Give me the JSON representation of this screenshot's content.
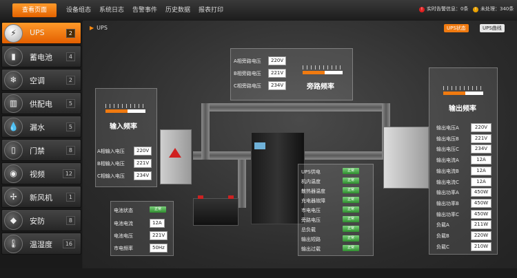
{
  "nav": {
    "tabs": [
      "查看页面",
      "设备组态",
      "系统日志",
      "告警事件",
      "历史数据",
      "报表打印"
    ],
    "realtime_alarm": "实时告警信息：0条",
    "unprocessed": "未处理：340条"
  },
  "sidebar": {
    "items": [
      {
        "label": "UPS",
        "count": "2",
        "icon": "ups-icon"
      },
      {
        "label": "蓄电池",
        "count": "4",
        "icon": "battery-icon"
      },
      {
        "label": "空调",
        "count": "2",
        "icon": "aircon-icon"
      },
      {
        "label": "供配电",
        "count": "5",
        "icon": "power-icon"
      },
      {
        "label": "漏水",
        "count": "5",
        "icon": "water-leak-icon"
      },
      {
        "label": "门禁",
        "count": "8",
        "icon": "door-icon"
      },
      {
        "label": "视频",
        "count": "12",
        "icon": "camera-icon"
      },
      {
        "label": "新风机",
        "count": "1",
        "icon": "fan-icon"
      },
      {
        "label": "安防",
        "count": "8",
        "icon": "alarm-icon"
      },
      {
        "label": "温湿度",
        "count": "16",
        "icon": "thermometer-icon"
      }
    ]
  },
  "main": {
    "breadcrumb": "UPS",
    "view_buttons": [
      "UPS状态",
      "UPS曲线"
    ],
    "bypass": {
      "rows": [
        {
          "label": "A相旁路电压",
          "value": "220V"
        },
        {
          "label": "B相旁路电压",
          "value": "221V"
        },
        {
          "label": "C相旁路电压",
          "value": "234V"
        }
      ],
      "title": "旁路频率",
      "gauge_fraction": 0.55
    },
    "input": {
      "title": "输入频率",
      "gauge_fraction": 0.55,
      "rows": [
        {
          "label": "A相输入电压",
          "value": "220V"
        },
        {
          "label": "B相输入电压",
          "value": "221V"
        },
        {
          "label": "C相输入电压",
          "value": "234V"
        }
      ]
    },
    "battery": {
      "rows": [
        {
          "label": "电池状态",
          "value": "正常",
          "ok": true
        },
        {
          "label": "电池电流",
          "value": "12A"
        },
        {
          "label": "电池电压",
          "value": "221V"
        },
        {
          "label": "市电频率",
          "value": "50Hz"
        }
      ]
    },
    "status": {
      "rows": [
        {
          "label": "UPS供电",
          "value": "正常"
        },
        {
          "label": "机内温度",
          "value": "正常"
        },
        {
          "label": "散热器温度",
          "value": "正常"
        },
        {
          "label": "充电器故障",
          "value": "正常"
        },
        {
          "label": "市电电压",
          "value": "正常"
        },
        {
          "label": "旁路电压",
          "value": "正常"
        },
        {
          "label": "总负载",
          "value": "正常"
        },
        {
          "label": "输出短路",
          "value": "正常"
        },
        {
          "label": "输出过载",
          "value": "正常"
        }
      ]
    },
    "output": {
      "title": "输出频率",
      "gauge_fraction": 0.55,
      "rows": [
        {
          "label": "输出电压A",
          "value": "220V"
        },
        {
          "label": "输出电压B",
          "value": "221V"
        },
        {
          "label": "输出电压C",
          "value": "234V"
        },
        {
          "label": "输出电流A",
          "value": "12A"
        },
        {
          "label": "输出电流B",
          "value": "12A"
        },
        {
          "label": "输出电流C",
          "value": "12A"
        },
        {
          "label": "输出功率A",
          "value": "450W"
        },
        {
          "label": "输出功率B",
          "value": "450W"
        },
        {
          "label": "输出功率C",
          "value": "450W"
        },
        {
          "label": "负载A",
          "value": "211W"
        },
        {
          "label": "负载B",
          "value": "220W"
        },
        {
          "label": "负载C",
          "value": "210W"
        }
      ]
    }
  },
  "colors": {
    "accent": "#f07a10",
    "ok": "#3a9a3a"
  }
}
